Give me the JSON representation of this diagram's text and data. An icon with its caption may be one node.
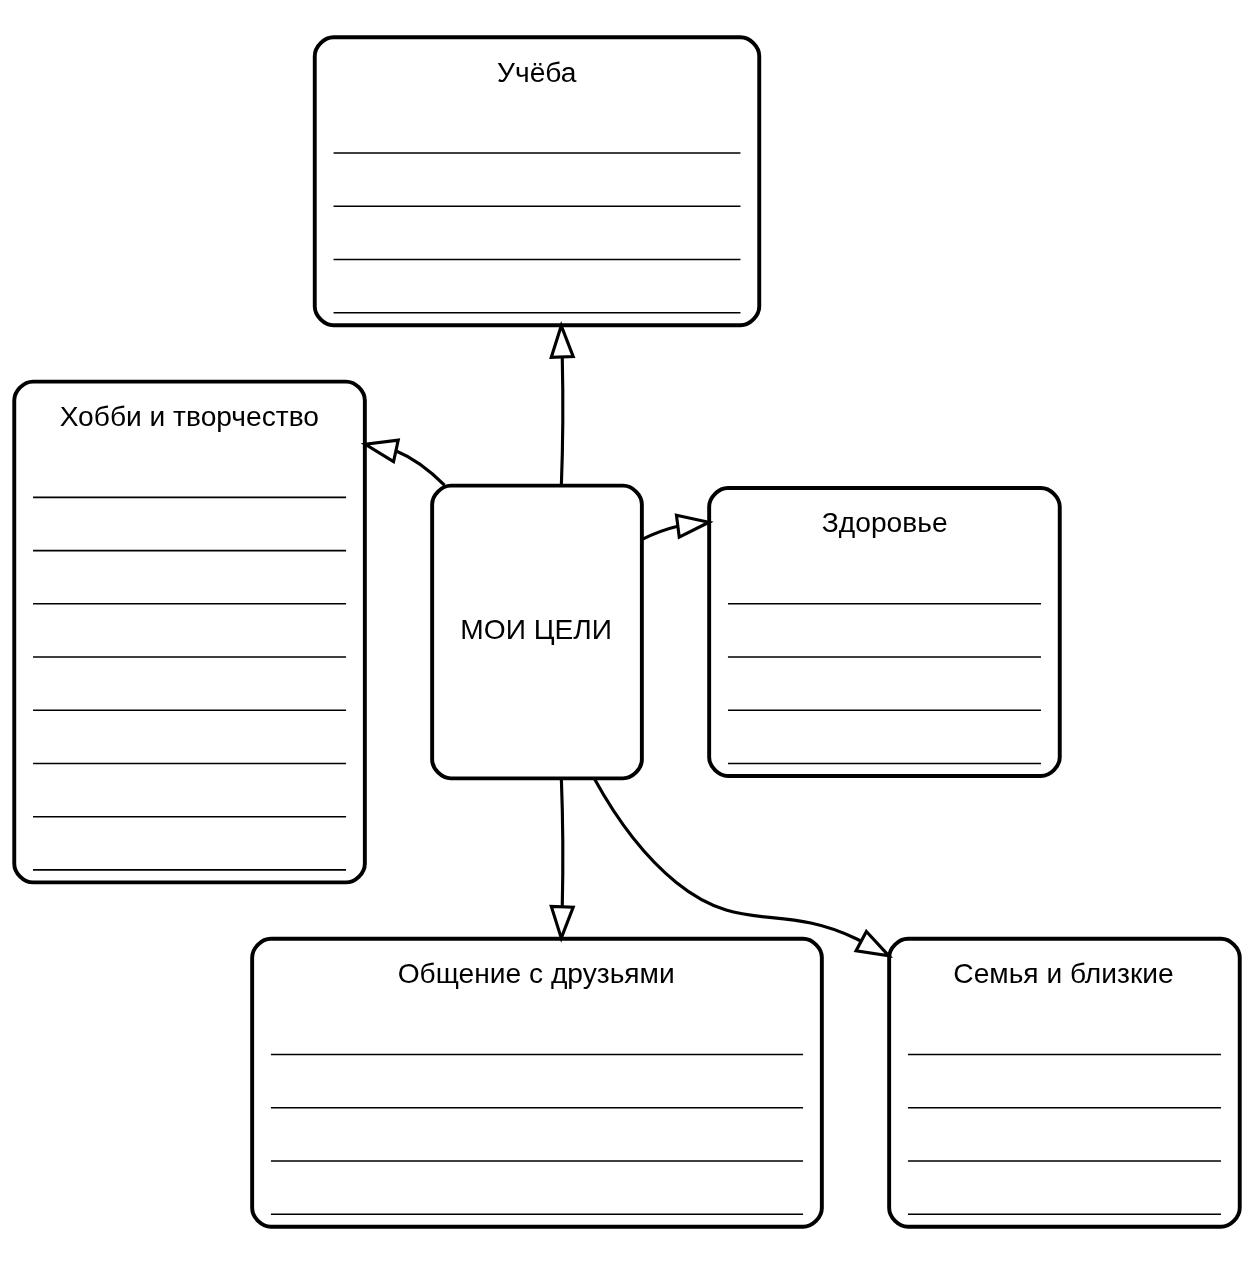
{
  "diagram": {
    "nodes": [
      {
        "text": [
          "Учёба"
        ]
      },
      {
        "text": [
          "Хобби и творчество"
        ]
      },
      {
        "text": [
          "Здоровье"
        ]
      },
      {
        "text": [
          "МОИ ЦЕЛИ"
        ]
      },
      {
        "text": [
          "Семья и близкие"
        ]
      },
      {
        "text": [
          "Общение с друзьями"
        ]
      }
    ],
    "edges": [
      {
        "from": 3,
        "to": 0,
        "arrow": "to"
      },
      {
        "from": 3,
        "to": 2,
        "arrow": "to"
      },
      {
        "from": 3,
        "to": 1,
        "arrow": "to"
      },
      {
        "from": 3,
        "to": 5,
        "arrow": "to"
      },
      {
        "from": 3,
        "to": 4,
        "arrow": "to"
      }
    ]
  }
}
